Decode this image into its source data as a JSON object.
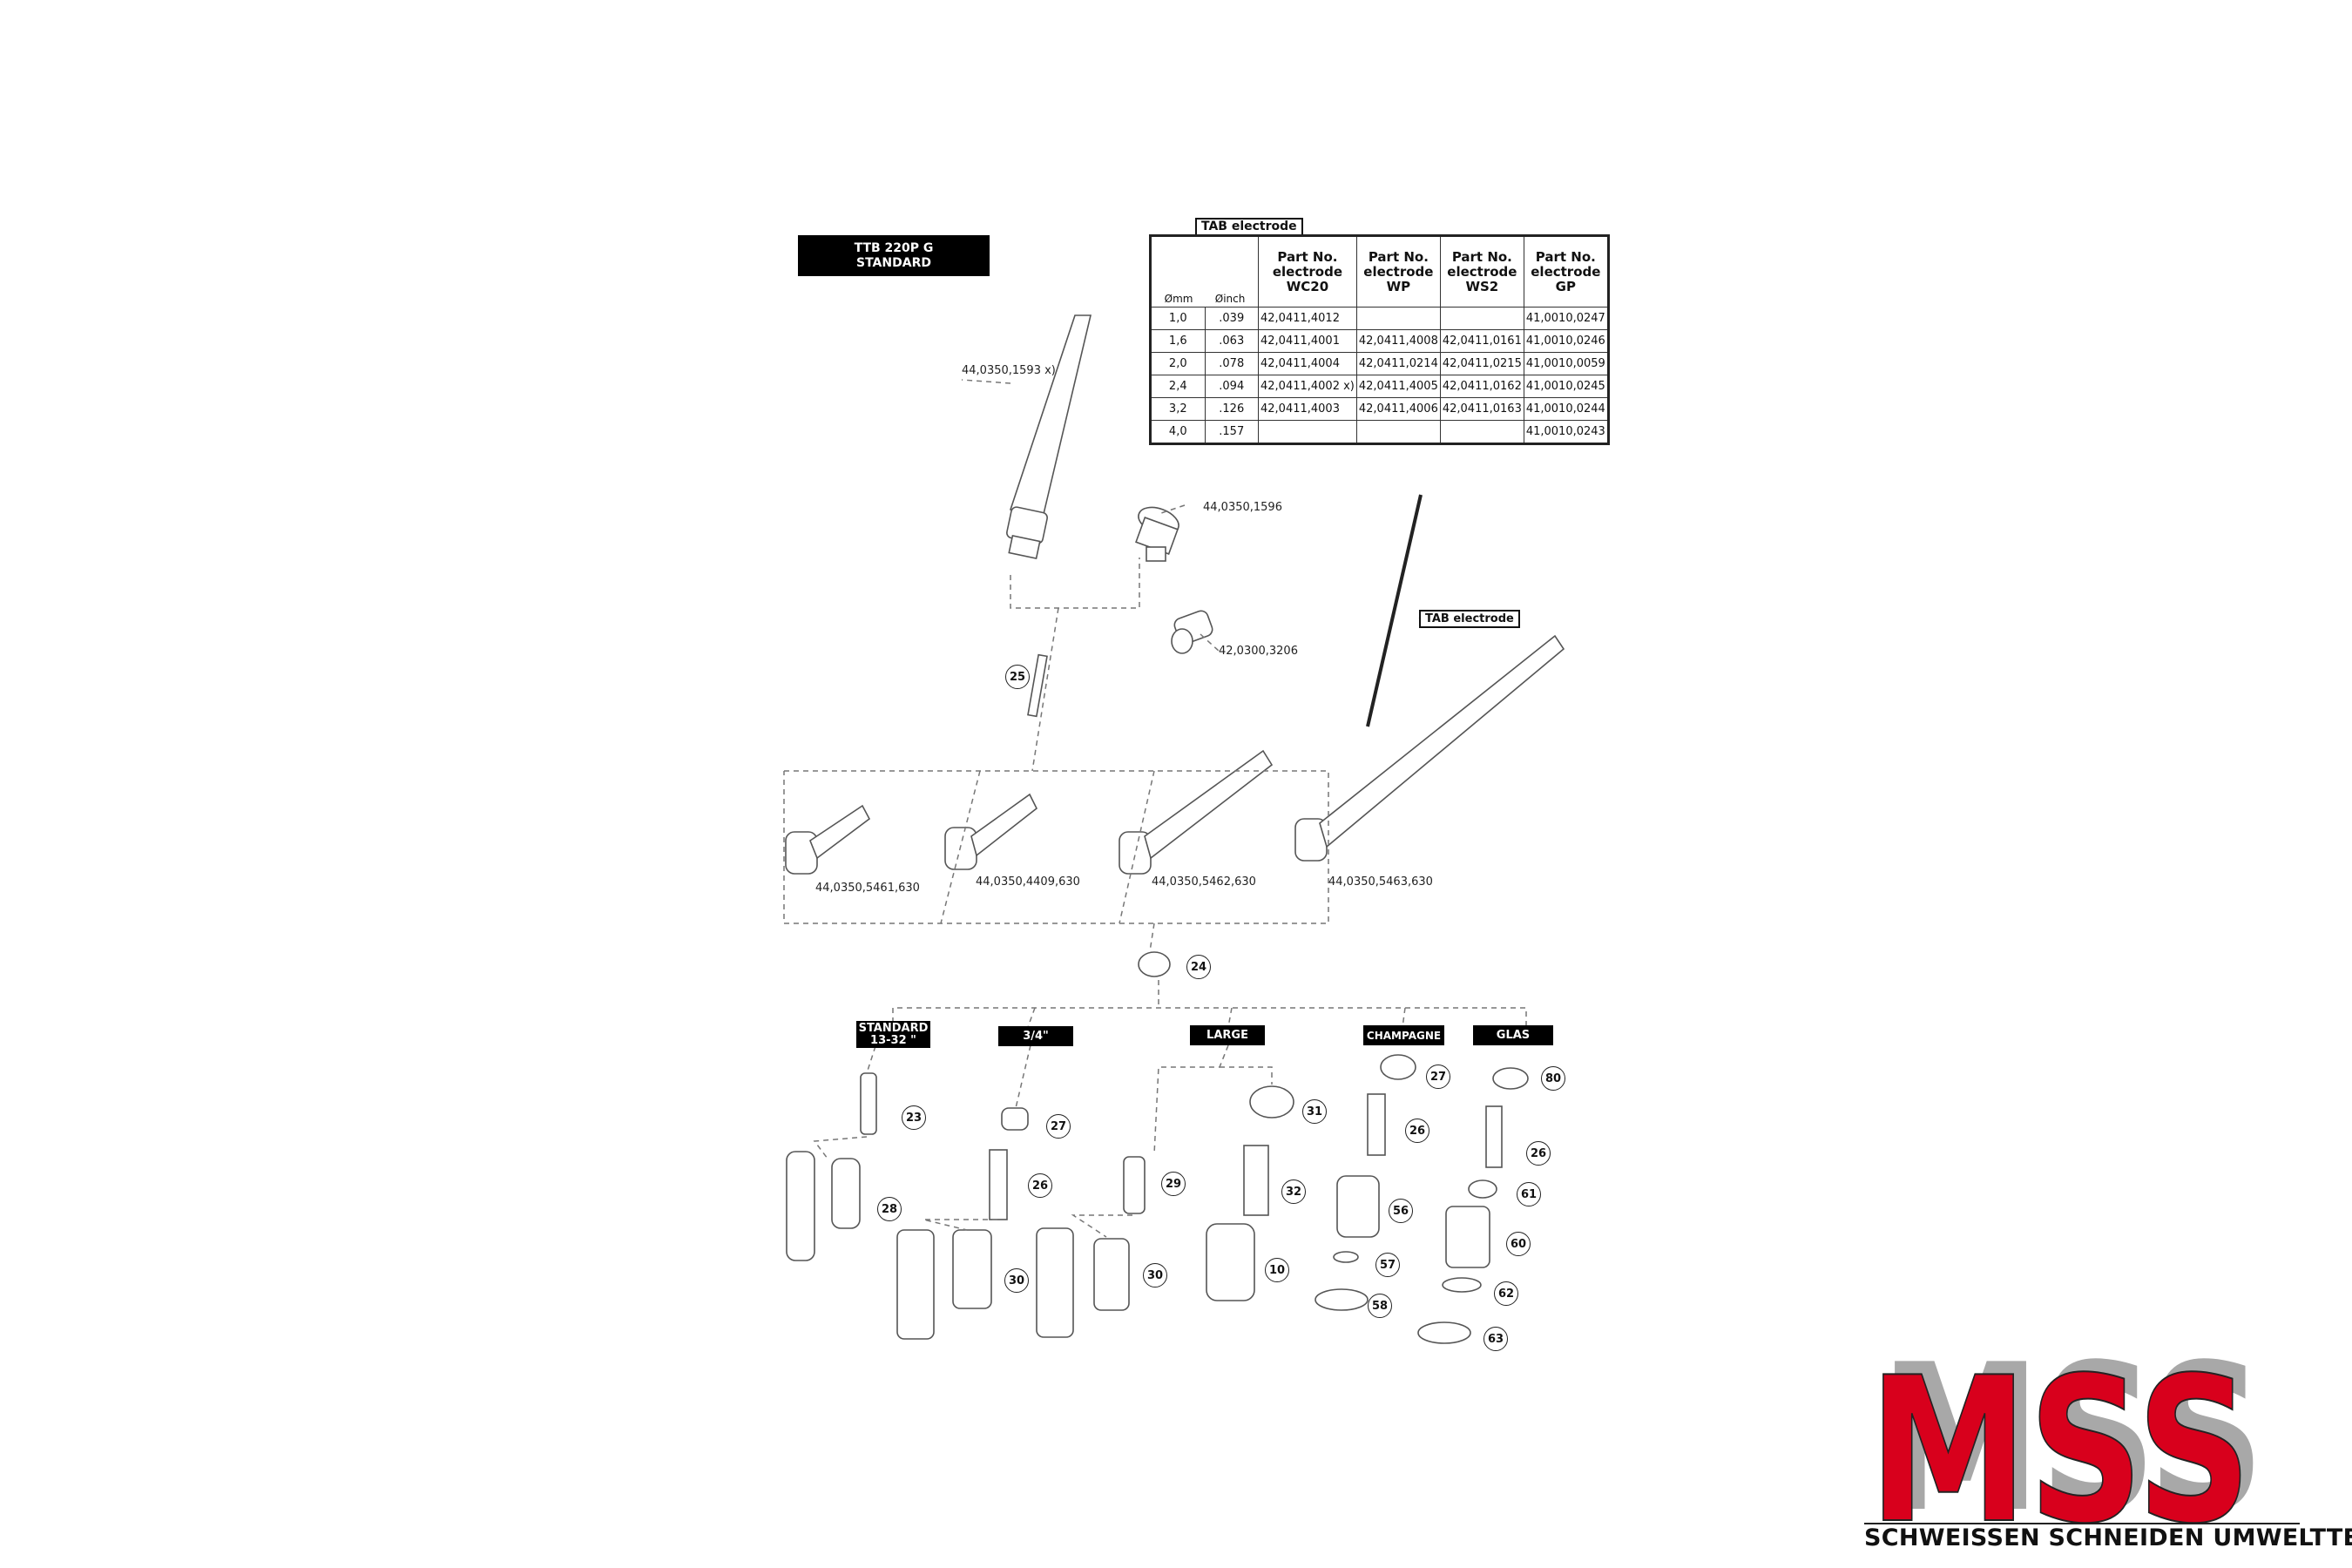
{
  "header": {
    "title_line1": "TTB 220P G",
    "title_line2": "STANDARD"
  },
  "electrode_table": {
    "tag": "TAB electrode",
    "col_mm": "Ømm",
    "col_inch": "Øinch",
    "columns": [
      "Part No.\nelectrode\nWC20",
      "Part No.\nelectrode\nWP",
      "Part No.\nelectrode\nWS2",
      "Part No.\nelectrode\nGP"
    ],
    "rows": [
      [
        "1,0",
        ".039",
        "42,0411,4012",
        "",
        "",
        "41,0010,0247"
      ],
      [
        "1,6",
        ".063",
        "42,0411,4001",
        "42,0411,4008",
        "42,0411,0161",
        "41,0010,0246"
      ],
      [
        "2,0",
        ".078",
        "42,0411,4004",
        "42,0411,0214",
        "42,0411,0215",
        "41,0010,0059"
      ],
      [
        "2,4",
        ".094",
        "42,0411,4002 x)",
        "42,0411,4005",
        "42,0411,0162",
        "41,0010,0245"
      ],
      [
        "3,2",
        ".126",
        "42,0411,4003",
        "42,0411,4006",
        "42,0411,0163",
        "41,0010,0244"
      ],
      [
        "4,0",
        ".157",
        "",
        "",
        "",
        "41,0010,0243"
      ]
    ]
  },
  "part_labels": {
    "cap_long": "44,0350,1593 x)",
    "cap_short": "44,0350,1596",
    "insulator": "42,0300,3206",
    "tab_electrode": "TAB electrode",
    "body_1": "44,0350,5461,630",
    "body_2": "44,0350,4409,630",
    "body_3": "44,0350,5462,630",
    "body_4": "44,0350,5463,630"
  },
  "categories": [
    {
      "line1": "STANDARD",
      "line2": "13-32 \""
    },
    {
      "line1": "3/4\"",
      "line2": ""
    },
    {
      "line1": "LARGE",
      "line2": ""
    },
    {
      "line1": "CHAMPAGNE",
      "line2": ""
    },
    {
      "line1": "GLAS",
      "line2": ""
    }
  ],
  "callouts": [
    "25",
    "24",
    "23",
    "28",
    "27",
    "26",
    "30",
    "29",
    "31",
    "32",
    "10",
    "30",
    "27",
    "26",
    "56",
    "57",
    "58",
    "80",
    "26",
    "61",
    "60",
    "62",
    "63"
  ],
  "logo": {
    "letters": "MSS",
    "tagline": "SCHWEISSEN SCHNEIDEN UMWELTTECHNIK",
    "red": "#d8001c",
    "gray": "#a8a8a8"
  }
}
